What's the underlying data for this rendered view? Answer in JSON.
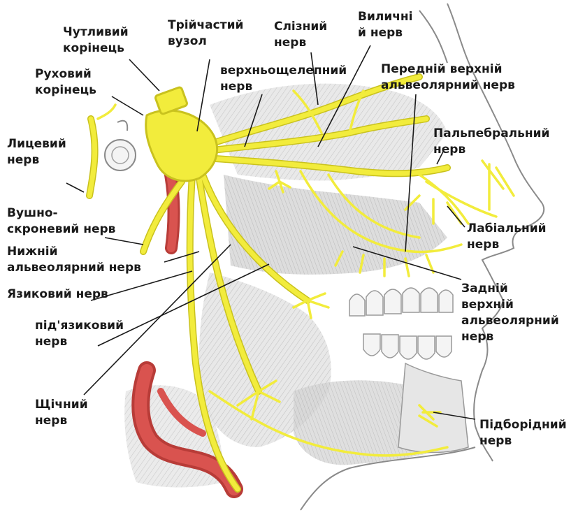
{
  "labels": {
    "sensory_root": [
      "Чутливий",
      "корінець"
    ],
    "trigeminal_ganglion": [
      "Трійчастий",
      "вузол"
    ],
    "lacrimal": [
      "Слізний",
      "нерв"
    ],
    "zygomatic": [
      "Виличні",
      "й нерв"
    ],
    "motor_root": [
      "Руховий",
      "корінець"
    ],
    "maxillary": [
      "верхньощелепний",
      "нерв"
    ],
    "anterior_superior_alveolar": [
      "Передній верхній",
      "альвеолярний нерв"
    ],
    "facial": [
      "Лицевий",
      "нерв"
    ],
    "palpebral": [
      "Пальпебральний",
      "нерв"
    ],
    "auriculotemporal": [
      "Вушно-",
      "скроневий нерв"
    ],
    "inferior_alveolar": [
      "Нижній",
      "альвеолярний нерв"
    ],
    "labial": [
      "Лабіальний",
      "нерв"
    ],
    "lingual": [
      "Язиковий нерв"
    ],
    "posterior_superior_alveolar": [
      "Задній",
      "верхній",
      "альвеолярний",
      "нерв"
    ],
    "hypoglossal": [
      "під'язиковий",
      "нерв"
    ],
    "buccal": [
      "Щічний",
      "нерв"
    ],
    "mental": [
      "Підборідний",
      "нерв"
    ]
  },
  "colors": {
    "nerve": "#f2ec3c",
    "nerve_edge": "#c9c21e",
    "artery": "#d9534f",
    "tissue": "#d8d8d8",
    "outline": "#8a8a8a",
    "pointer": "#1a1a1a"
  }
}
